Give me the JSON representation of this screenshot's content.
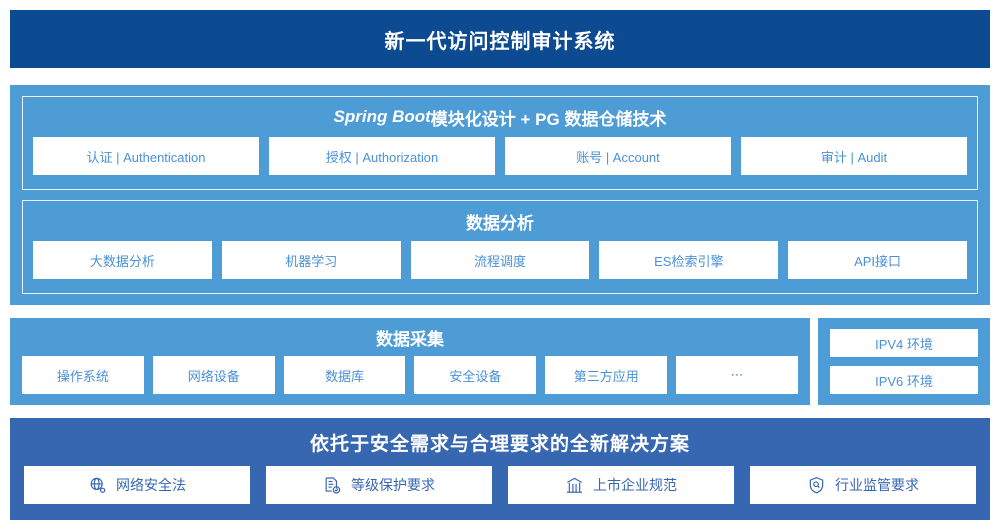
{
  "header": {
    "title": "新一代访问控制审计系统"
  },
  "stack": {
    "spring": {
      "title_italic": "Spring Boot",
      "title_rest": " 模块化设计 + PG 数据仓储技术",
      "items": [
        {
          "label": "认证 | Authentication"
        },
        {
          "label": "授权 | Authorization"
        },
        {
          "label": "账号 | Account"
        },
        {
          "label": "审计 | Audit"
        }
      ]
    },
    "analysis": {
      "title": "数据分析",
      "items": [
        {
          "label": "大数据分析"
        },
        {
          "label": "机器学习"
        },
        {
          "label": "流程调度"
        },
        {
          "label": "ES检索引擎"
        },
        {
          "label": "API接口"
        }
      ]
    }
  },
  "collection": {
    "title": "数据采集",
    "items": [
      {
        "label": "操作系统"
      },
      {
        "label": "网络设备"
      },
      {
        "label": "数据库"
      },
      {
        "label": "安全设备"
      },
      {
        "label": "第三方应用"
      },
      {
        "label": "⋯"
      }
    ]
  },
  "environment": {
    "items": [
      {
        "label": "IPV4 环境"
      },
      {
        "label": "IPV6 环境"
      }
    ]
  },
  "solution": {
    "title": "依托于安全需求与合理要求的全新解决方案",
    "items": [
      {
        "label": "网络安全法",
        "icon": "globe-network-icon"
      },
      {
        "label": "等级保护要求",
        "icon": "document-check-icon"
      },
      {
        "label": "上市企业规范",
        "icon": "bank-building-icon"
      },
      {
        "label": "行业监管要求",
        "icon": "shield-search-icon"
      }
    ]
  },
  "colors": {
    "header_navy": "#0c4a91",
    "panel_blue": "#4d9cd6",
    "solution_blue": "#3767b1",
    "chip_text_blue": "#4a90d9",
    "chip_white": "#ffffff"
  }
}
